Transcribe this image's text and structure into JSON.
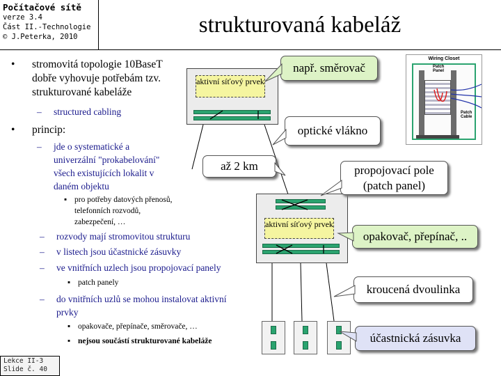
{
  "info": {
    "course": "Počítačové sítě",
    "version": "verze 3.4",
    "part": "Část II.-Technologie",
    "author": "© J.Peterka, 2010"
  },
  "title": "strukturovaná kabeláž",
  "footer": {
    "lesson": "Lekce II-3",
    "slide": "Slide č. 40"
  },
  "bullets": {
    "b1_line1": "stromovitá topologie 10BaseT",
    "b1_line2": "dobře vyhovuje potřebám tzv.",
    "b1_line3": "strukturované kabeláže",
    "b1_sub": "structured cabling",
    "b2": "princip:",
    "b2_d1_l1": "jde o  systematické a",
    "b2_d1_l2": "univerzální \"prokabelování\"",
    "b2_d1_l3": "všech existujících lokalit v",
    "b2_d1_l4": "daném objektu",
    "b2_d1_s1_l1": "pro potřeby datových přenosů,",
    "b2_d1_s1_l2": "telefonních rozvodů,",
    "b2_d1_s1_l3": "zabezpečení, …",
    "b2_d2": "rozvody mají stromovitou strukturu",
    "b2_d3": "v listech jsou účastnické zásuvky",
    "b2_d4": "ve vnitřních uzlech jsou propojovací panely",
    "b2_d4_s1": "patch panely",
    "b2_d5_l1": "do vnitřních uzlů se mohou instalovat aktivní",
    "b2_d5_l2": "prvky",
    "b2_d5_s1": "opakovače, přepínače, směrovače, …",
    "b2_d5_s2": "nejsou součástí strukturované kabeláže"
  },
  "diagram": {
    "active_element": "aktivní síťový prvek",
    "distance": "až 2 km",
    "callouts": {
      "router": "např. směrovač",
      "fiber": "optické vlákno",
      "patch_l1": "propojovací pole",
      "patch_l2": "(patch panel)",
      "repeater": "opakovač, přepínač, ..",
      "twisted": "kroucená dvoulinka",
      "socket": "účastnická zásuvka"
    }
  },
  "photo": {
    "caption": "Wiring Closet",
    "label_panel": "Patch Panel",
    "label_cable": "Patch Cable"
  },
  "colors": {
    "green": "#2aa36f",
    "callout_green": "#ddf3c6",
    "callout_blue": "#dfe2f6",
    "active_yellow": "#f5f5a0",
    "dash_text": "#1a1a8c"
  }
}
